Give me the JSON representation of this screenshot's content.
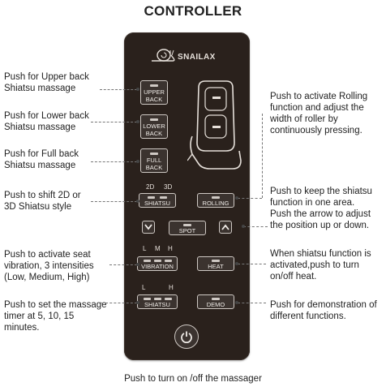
{
  "title": "CONTROLLER",
  "brand": "SNAILAX",
  "buttons": {
    "upper_back": "UPPER\nBACK",
    "lower_back": "LOWER\nBACK",
    "full_back": "FULL\nBACK",
    "shiatsu": "SHIATSU",
    "rolling": "ROLLING",
    "spot": "SPOT",
    "vibration": "VIBRATION",
    "heat": "HEAT",
    "shiatsu_timer": "SHIATSU",
    "demo": "DEMO"
  },
  "indicator_labels": {
    "mode_2d": "2D",
    "mode_3d": "3D",
    "vib_l": "L",
    "vib_m": "M",
    "vib_h": "H",
    "timer_l": "L",
    "timer_h": "H"
  },
  "annotations": {
    "upper_back": "Push for Upper back\nShiatsu massage",
    "lower_back": "Push for Lower back\nShiatsu massage",
    "full_back": "Push for Full back\nShiatsu massage",
    "shiatsu_style": "Push to shift 2D or\n3D Shiatsu style",
    "vibration": "Push to activate seat\nvibration, 3 intensities\n(Low, Medium, High)",
    "timer": "Push to set the massage\ntimer at 5, 10, 15\nminutes.",
    "rolling": "Push to activate Rolling\nfunction and adjust the\nwidth of roller by\ncontinuously pressing.",
    "spot": "Push to keep the shiatsu\nfunction in one area.\nPush the arrow to adjust\nthe position up or down.",
    "heat": "When shiatsu function is\nactivated,push to turn\non/off heat.",
    "demo": "Push for demonstration of\ndifferent functions.",
    "power": "Push to turn on /off the massager"
  }
}
